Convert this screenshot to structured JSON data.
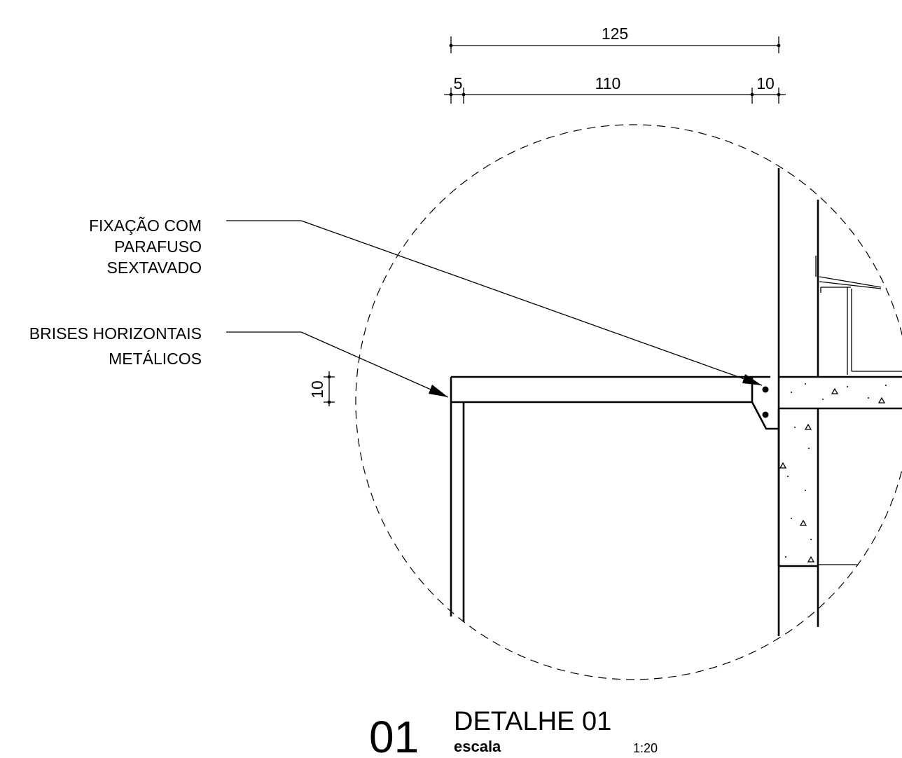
{
  "dimensions": {
    "overall": "125",
    "segment_left": "5",
    "segment_mid": "110",
    "segment_right": "10",
    "vertical": "10"
  },
  "annotations": {
    "fixing": [
      "FIXAÇÃO COM",
      "PARAFUSO",
      "SEXTAVADO"
    ],
    "louvers": [
      "BRISES HORIZONTAIS",
      "METÁLICOS"
    ]
  },
  "title_block": {
    "number": "01",
    "title": "DETALHE 01",
    "scale_label": "escala",
    "scale_value": "1:20"
  }
}
